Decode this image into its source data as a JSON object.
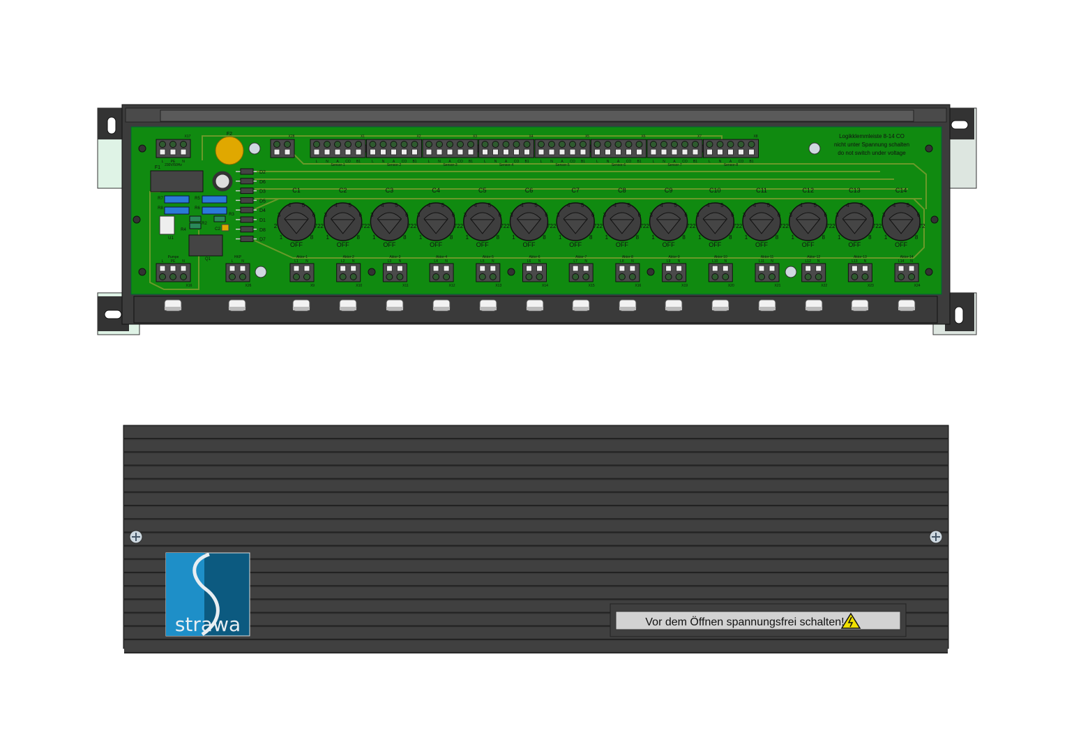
{
  "pcb": {
    "title_lines": [
      "Logikklemmleiste 8-14 CO",
      "nicht unter Spannung schalten",
      "do not switch under voltage"
    ],
    "fuse_labels": [
      "F1",
      "F2"
    ],
    "power_connector": {
      "name": "X17",
      "pins": [
        "L",
        "PE",
        "N"
      ],
      "caption": "230V/50Hz"
    },
    "aux_connector": {
      "name": "X28"
    },
    "sensor_connectors": [
      {
        "name": "X1",
        "caption": "Sensor-1"
      },
      {
        "name": "X2",
        "caption": "Sensor-2"
      },
      {
        "name": "X3",
        "caption": "Sensor-3"
      },
      {
        "name": "X4",
        "caption": "Sensor-4"
      },
      {
        "name": "X5",
        "caption": "Sensor-5"
      },
      {
        "name": "X6",
        "caption": "Sensor-6"
      },
      {
        "name": "X7",
        "caption": "Sensor-7"
      },
      {
        "name": "X8",
        "caption": "Sensor-8"
      }
    ],
    "sensor_pins": [
      "L",
      "N",
      "A",
      "CO",
      "B1"
    ],
    "diodes": [
      "D2",
      "D6",
      "D3",
      "D5",
      "D4",
      "D1",
      "D8",
      "D7"
    ],
    "components": [
      "R7",
      "R8",
      "R5",
      "R6",
      "R3",
      "R2",
      "R4",
      "C2",
      "U1",
      "Q1"
    ],
    "switches": [
      "C1",
      "C2",
      "C3",
      "C4",
      "C5",
      "C6",
      "C7",
      "C8",
      "C9",
      "C10",
      "C11",
      "C12",
      "C13",
      "C14"
    ],
    "switch_positions": [
      "1",
      "2",
      "3",
      "4",
      "5",
      "6",
      "72",
      "8"
    ],
    "switch_off_label": "OFF",
    "pump_connector": {
      "name": "X16",
      "caption": "Pumpe",
      "pins": [
        "L",
        "PE",
        "N"
      ]
    },
    "hkp_connector": {
      "name": "X26",
      "caption": "HKP",
      "pins": [
        "L",
        "N"
      ]
    },
    "actuator_connectors": [
      {
        "name": "X9",
        "caption": "Aktor-1",
        "pins": [
          "L1",
          "N"
        ]
      },
      {
        "name": "X10",
        "caption": "Aktor-2",
        "pins": [
          "L2",
          "N"
        ]
      },
      {
        "name": "X11",
        "caption": "Aktor-3",
        "pins": [
          "L3",
          "N"
        ]
      },
      {
        "name": "X12",
        "caption": "Aktor-4",
        "pins": [
          "L4",
          "N"
        ]
      },
      {
        "name": "X13",
        "caption": "Aktor-5",
        "pins": [
          "L5",
          "N"
        ]
      },
      {
        "name": "X14",
        "caption": "Aktor-6",
        "pins": [
          "L6",
          "N"
        ]
      },
      {
        "name": "X15",
        "caption": "Aktor-7",
        "pins": [
          "L7",
          "N"
        ]
      },
      {
        "name": "X16",
        "caption": "Aktor-8",
        "pins": [
          "L8",
          "N"
        ]
      },
      {
        "name": "X19",
        "caption": "Aktor-9",
        "pins": [
          "L9",
          "N"
        ]
      },
      {
        "name": "X20",
        "caption": "Aktor-10",
        "pins": [
          "L10",
          "N"
        ]
      },
      {
        "name": "X21",
        "caption": "Aktor-11",
        "pins": [
          "L11",
          "N"
        ]
      },
      {
        "name": "X22",
        "caption": "Aktor-12",
        "pins": [
          "L12",
          "N"
        ]
      },
      {
        "name": "X23",
        "caption": "Aktor-13",
        "pins": [
          "L13",
          "N"
        ]
      },
      {
        "name": "X24",
        "caption": "Aktor-14",
        "pins": [
          "L14",
          "N"
        ]
      }
    ]
  },
  "cover": {
    "logo_text": "strawa",
    "warning_label": "Vor dem Öffnen spannungsfrei schalten!"
  },
  "colors": {
    "pcb": "#108a10",
    "trace": "#6a9a2a",
    "housing": "#3c3c3c",
    "label_bg": "#d2d2d2",
    "logo_light": "#1e8fc8",
    "logo_dark": "#0c5a80",
    "warning": "#f0e000"
  }
}
